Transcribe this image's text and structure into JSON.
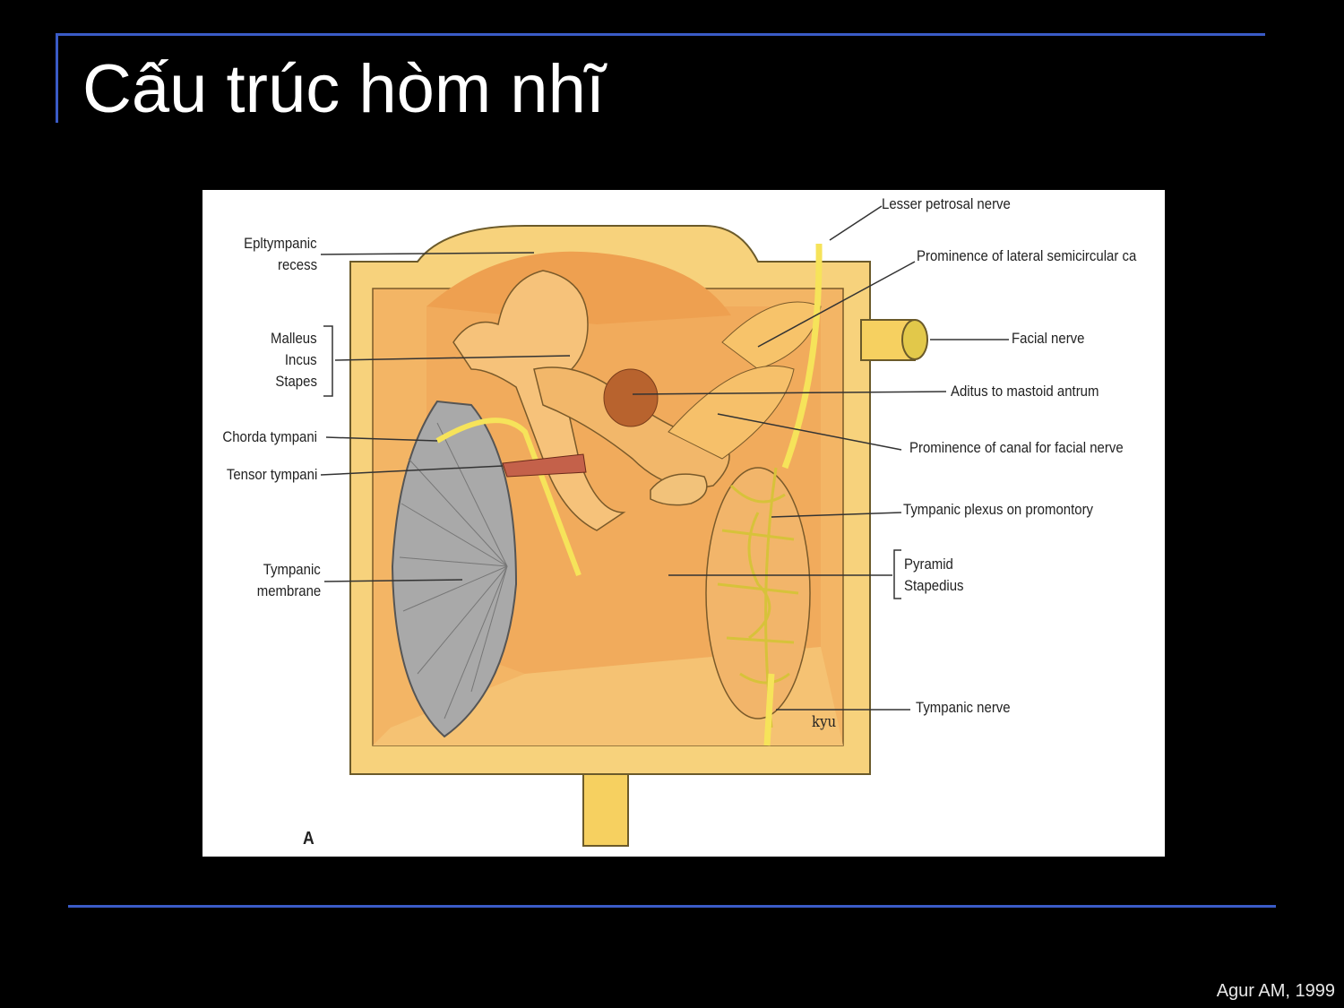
{
  "slide": {
    "title": "Cấu trúc hòm nhĩ",
    "credit": "Agur AM, 1999"
  },
  "figure": {
    "panel_letter": "A",
    "artist_signature": "kyu",
    "labels_left": {
      "epitympanic_1": "Epltympanic",
      "epitympanic_2": "recess",
      "malleus": "Malleus",
      "incus": "Incus",
      "stapes": "Stapes",
      "chorda": "Chorda tympani",
      "tensor": "Tensor tympani",
      "tympanic_membrane_1": "Tympanic",
      "tympanic_membrane_2": "membrane"
    },
    "labels_right": {
      "lesser_petrosal": "Lesser petrosal nerve",
      "prominence_lateral": "Prominence of lateral semicircular ca",
      "facial_nerve": "Facial nerve",
      "aditus": "Aditus to mastoid antrum",
      "prominence_facial": "Prominence of canal for facial nerve",
      "tympanic_plexus": "Tympanic plexus on promontory",
      "pyramid": "Pyramid",
      "stapedius": "Stapedius",
      "tympanic_nerve": "Tympanic nerve"
    },
    "colors": {
      "wall": "#f7d27c",
      "cavity": "#f3b565",
      "nerve": "#f6e35a",
      "membrane": "#a9a9a9",
      "muscle": "#c4614a"
    }
  }
}
